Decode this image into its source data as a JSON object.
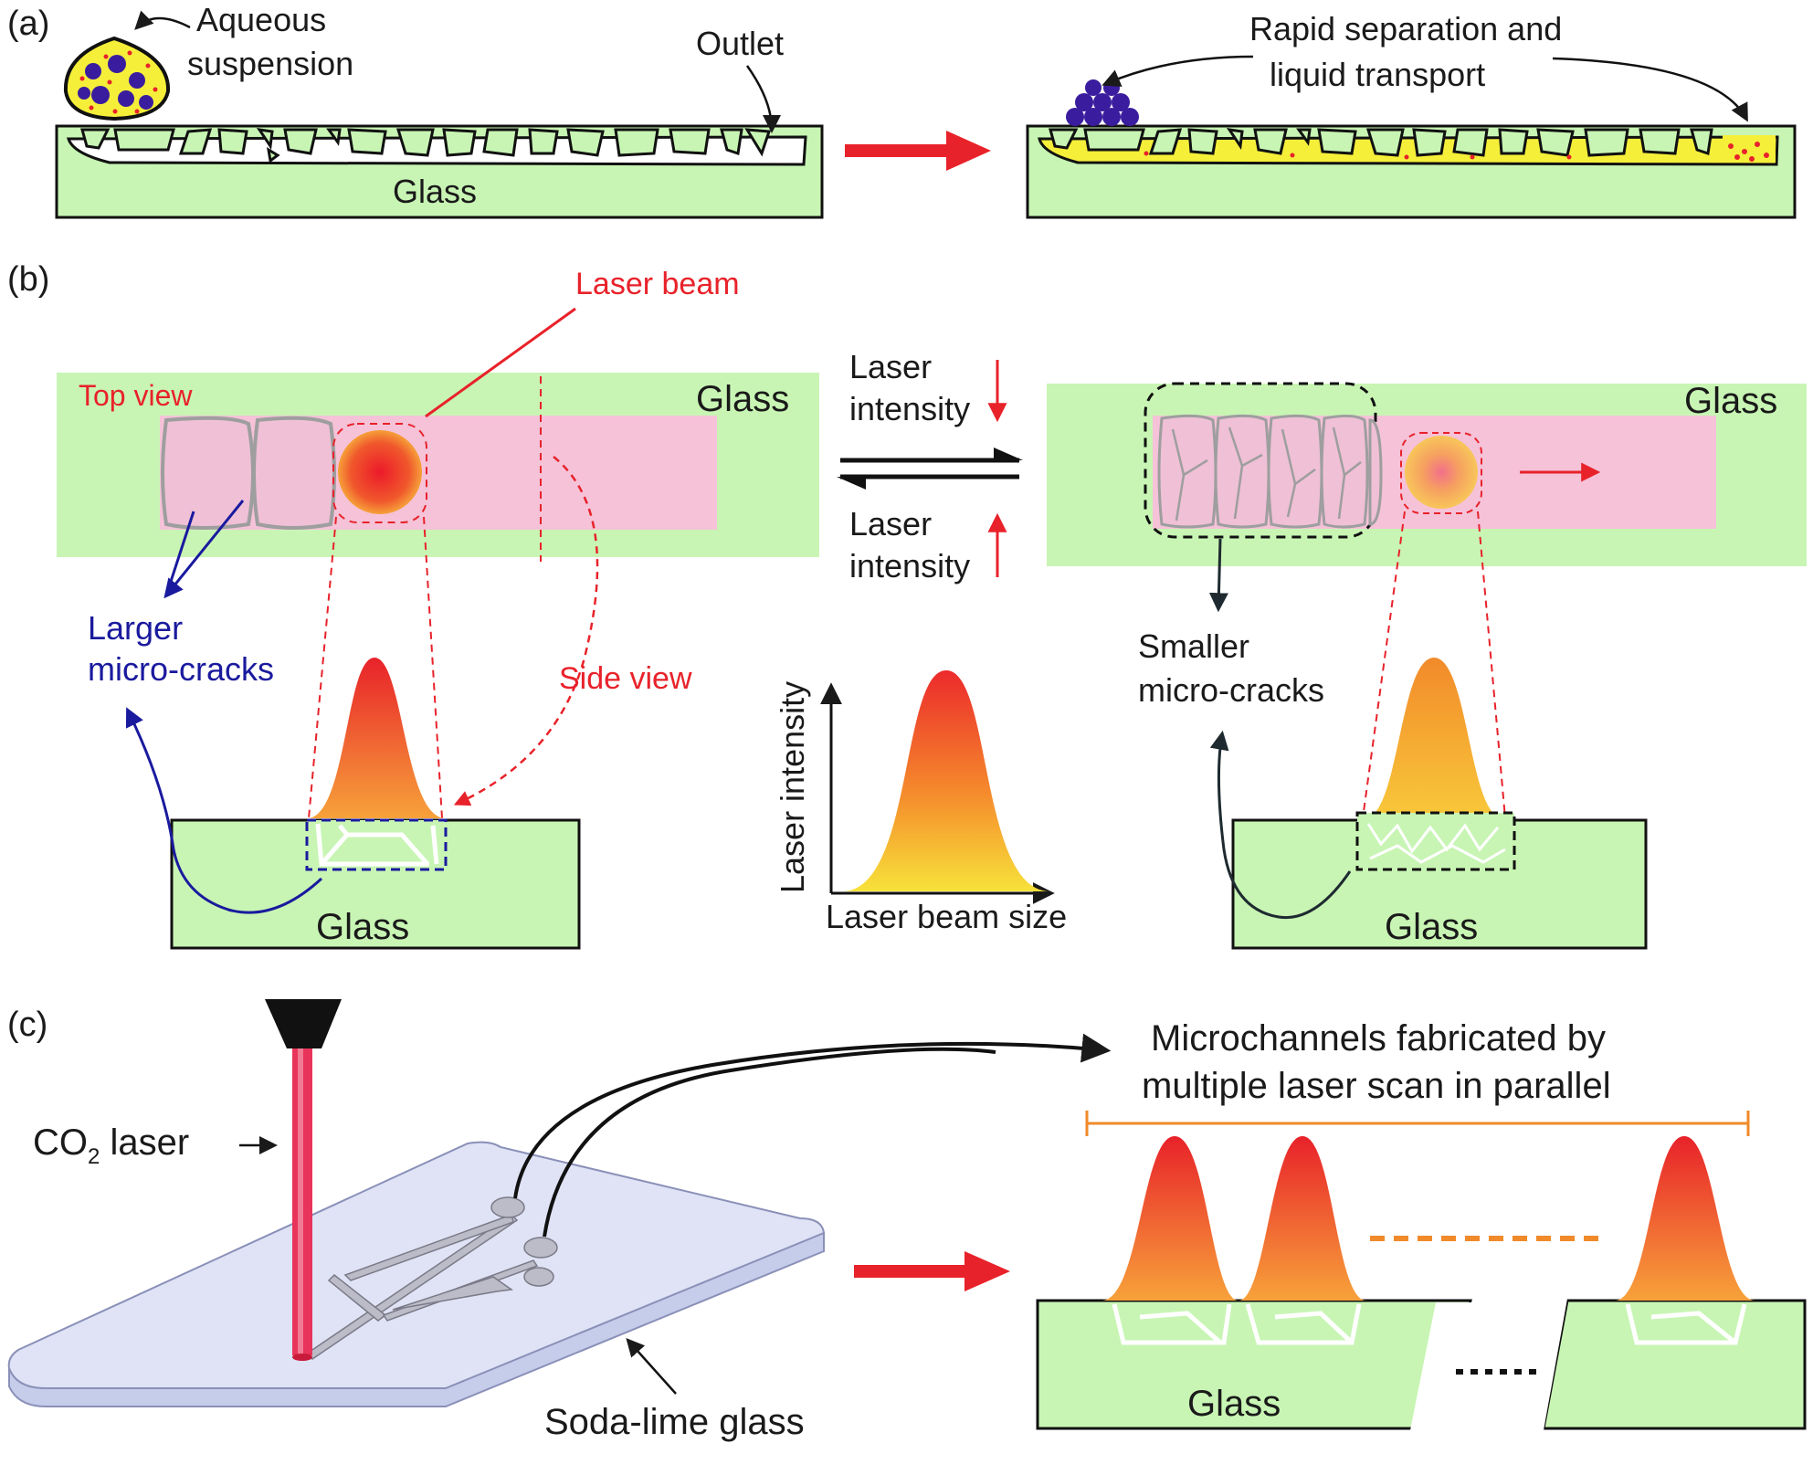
{
  "panels": {
    "a": {
      "tag": "(a)",
      "aqueous_line1": "Aqueous",
      "aqueous_line2": "suspension",
      "outlet": "Outlet",
      "glass": "Glass",
      "rapid_line1": "Rapid separation and",
      "rapid_line2": "liquid transport"
    },
    "b": {
      "tag": "(b)",
      "laser_beam": "Laser beam",
      "top_view": "Top view",
      "glass_top_left": "Glass",
      "glass_top_right": "Glass",
      "intensity_down_1": "Laser",
      "intensity_down_2": "intensity",
      "intensity_up_1": "Laser",
      "intensity_up_2": "intensity",
      "larger_1": "Larger",
      "larger_2": "micro-cracks",
      "side_view": "Side view",
      "smaller_1": "Smaller",
      "smaller_2": "micro-cracks",
      "axis_y": "Laser intensity",
      "axis_x": "Laser beam size",
      "glass_bottom_left": "Glass",
      "glass_bottom_right": "Glass"
    },
    "c": {
      "tag": "(c)",
      "co2_prefix": "CO",
      "co2_sub": "2",
      "co2_suffix": " laser",
      "soda_lime": "Soda-lime glass",
      "micro_line1": "Microchannels fabricated by",
      "micro_line2": "multiple laser scan in parallel",
      "glass": "Glass"
    }
  },
  "colors": {
    "glass_green": "#c8f5b4",
    "channel_pink": "#f5c2d8",
    "laser_red": "#e8222a",
    "suspension_yellow": "#f5ef3a",
    "particle_purple": "#3a1d9e",
    "larger_blue": "#1a1a9e",
    "scan_orange": "#f08a2a"
  }
}
